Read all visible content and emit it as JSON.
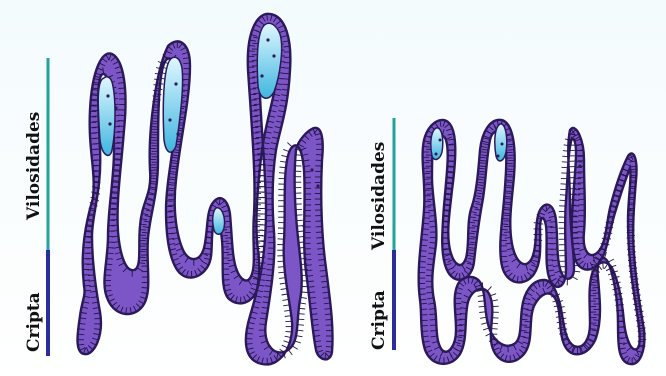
{
  "panels": [
    {
      "id": "normal",
      "label_top": "Vilosidades",
      "label_bottom": "Cripta"
    },
    {
      "id": "atrophic",
      "label_top": "Vilosidades",
      "label_bottom": "Cripta"
    }
  ],
  "colors": {
    "background_top": "#f4fbfd",
    "background_bottom": "#ffffff",
    "villi_bar": "#22a29a",
    "crypt_bar": "#2b2d9a",
    "epithelium_fill": "#7c56c7",
    "epithelium_stroke": "#2b1a5a",
    "lumen_light": "#dff7ff",
    "lumen_dark": "#3fb6df",
    "cell_line": "#24144a"
  }
}
